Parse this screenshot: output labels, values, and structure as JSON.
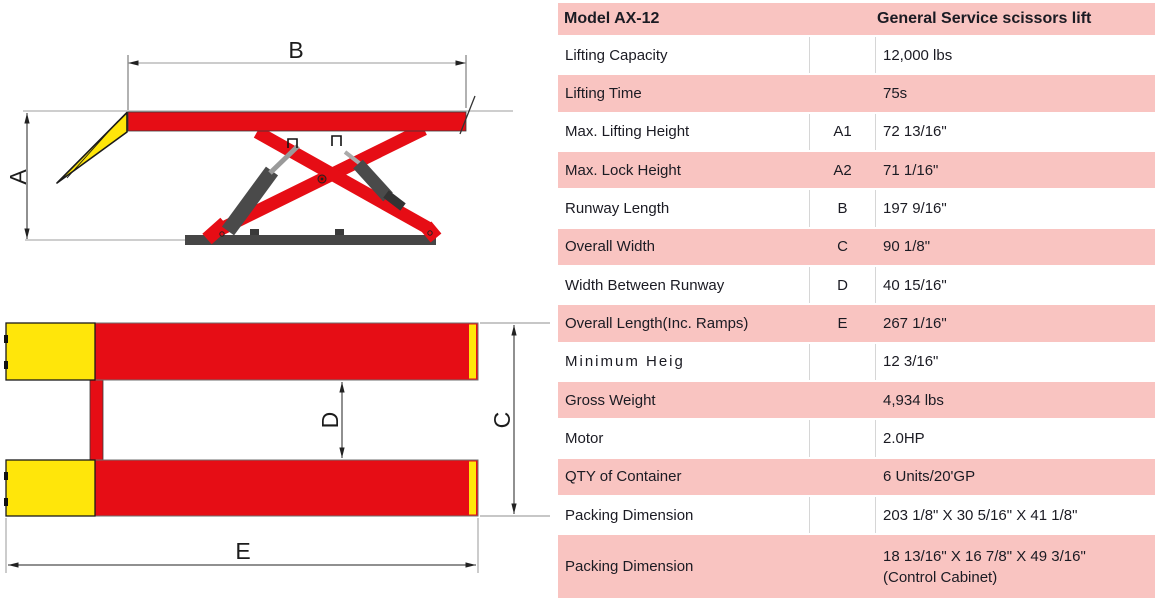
{
  "diagram": {
    "side": {
      "a_label": "A",
      "b_label": "B"
    },
    "top": {
      "c_label": "C",
      "d_label": "D",
      "e_label": "E"
    },
    "colors": {
      "red": "#e60d15",
      "yellow": "#ffe60a",
      "base_gray": "#464646"
    }
  },
  "table": {
    "header": {
      "model": "Model AX-12",
      "title": "General Service scissors lift"
    },
    "colors": {
      "row_pink": "#f9c4c1",
      "text": "#1b1b23"
    },
    "rows": [
      {
        "label": "Lifting Capacity",
        "code": "",
        "value": "12,000 lbs"
      },
      {
        "label": "Lifting Time",
        "code": "",
        "value": "75s"
      },
      {
        "label": "Max. Lifting Height",
        "code": "A1",
        "value": "72 13/16\""
      },
      {
        "label": "Max. Lock Height",
        "code": "A2",
        "value": "71 1/16\""
      },
      {
        "label": "Runway Length",
        "code": "B",
        "value": "197 9/16\""
      },
      {
        "label": "Overall Width",
        "code": "C",
        "value": "90 1/8\""
      },
      {
        "label": "Width Between Runway",
        "code": "D",
        "value": "40 15/16\""
      },
      {
        "label": "Overall Length(Inc. Ramps)",
        "code": "E",
        "value": "267 1/16\""
      },
      {
        "label": "Minimum Heig",
        "code": "",
        "value": "12 3/16\"",
        "spaced": true
      },
      {
        "label": "Gross Weight",
        "code": "",
        "value": "4,934 lbs"
      },
      {
        "label": "Motor",
        "code": "",
        "value": "2.0HP"
      },
      {
        "label": "QTY of Container",
        "code": "",
        "value": "6 Units/20'GP"
      },
      {
        "label": "Packing Dimension",
        "code": "",
        "value": "203 1/8\" X 30 5/16\" X 41 1/8\""
      },
      {
        "label": "Packing Dimension",
        "code": "",
        "value": "18 13/16\" X 16 7/8\" X 49 3/16\"",
        "value2": "(Control Cabinet)",
        "tall": true
      }
    ]
  }
}
